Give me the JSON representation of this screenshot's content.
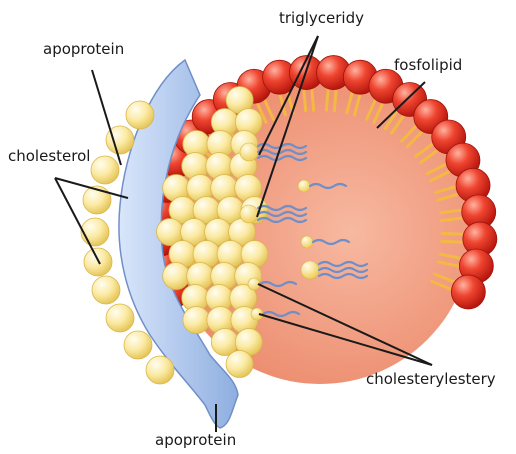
{
  "labels": {
    "apoprotein_top": "apoprotein",
    "cholesterol": "cholesterol",
    "triglyceridy": "triglyceridy",
    "fosfolipid": "fosfolipid",
    "cholesterylestery": "cholesterylestery",
    "apoprotein_bottom": "apoprotein"
  },
  "colors": {
    "phospholipid_head": "#e8322a",
    "phospholipid_tail": "#f4b942",
    "core": "#f29a7c",
    "cholesterol_sphere": "#fbe9a0",
    "apoprotein": "#a9c4ec",
    "lipid_tail": "#8fb3e6"
  }
}
